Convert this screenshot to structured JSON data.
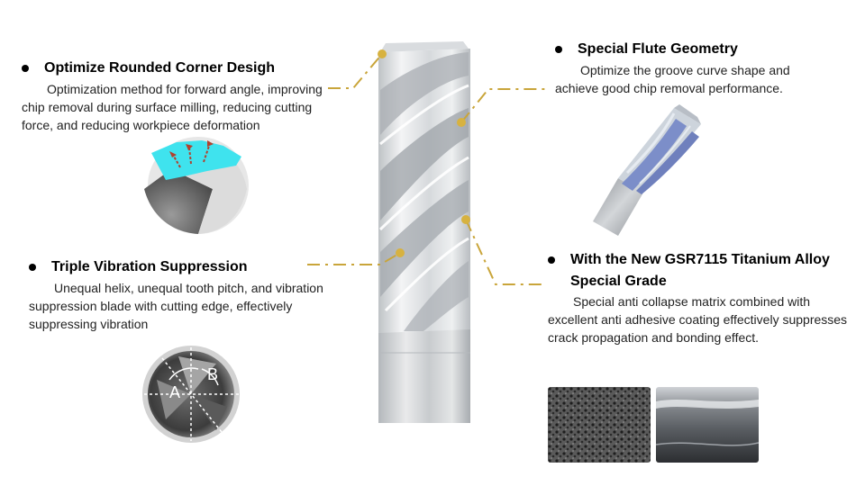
{
  "features": {
    "corner": {
      "title": "Optimize Rounded Corner Desigh",
      "description": "Optimization method for forward angle, improving chip removal during surface milling, reducing cutting force, and reducing workpiece deformation",
      "icon": "rounded-corner-cross-section-icon"
    },
    "vibration": {
      "title": "Triple Vibration Suppression",
      "description": "Unequal helix, unequal tooth pitch, and vibration suppression blade with cutting edge, effectively suppressing vibration",
      "label_a": "A",
      "label_b": "B",
      "icon": "unequal-pitch-end-view-icon"
    },
    "flute": {
      "title": "Special Flute Geometry",
      "description": "Optimize the groove curve shape and achieve good chip removal performance.",
      "icon": "coated-end-mill-icon"
    },
    "grade": {
      "title_line1": "With the New GSR7115 Titanium Alloy",
      "title_line2": "Special Grade",
      "description": "Special anti collapse matrix combined with excellent anti adhesive coating effectively suppresses crack propagation and bonding effect.",
      "icon": "microstructure-icon"
    }
  },
  "center_tool": {
    "icon": "end-mill-icon"
  },
  "colors": {
    "leader": "#C9A53A",
    "accent_cyan": "#3FE3EE",
    "coating_blue": "#7C8EC9",
    "arrow_red": "#B2412E"
  }
}
